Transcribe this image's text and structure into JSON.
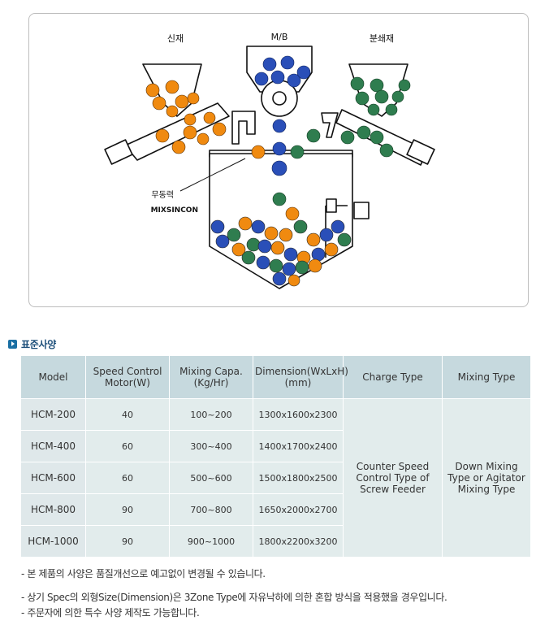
{
  "diagram": {
    "label_new": "신재",
    "label_mb": "M/B",
    "label_crushed": "분쇄재",
    "label_mixer_kr": "무동력",
    "label_mixer_en": "MIXSINCON",
    "colors": {
      "orange": "#f08a10",
      "blue": "#2a4fb8",
      "green": "#2f7d4f",
      "line": "#111111"
    }
  },
  "section": {
    "title": "표준사양",
    "accent": "#1a6fa3"
  },
  "table": {
    "headers": [
      "Model",
      "Speed Control Motor(W)",
      "Mixing Capa. (Kg/Hr)",
      "Dimension(WxLxH) (mm)",
      "Charge Type",
      "Mixing Type"
    ],
    "rows": [
      {
        "model": "HCM-200",
        "motor": "40",
        "capa": "100~200",
        "dimension": "1300x1600x2300"
      },
      {
        "model": "HCM-400",
        "motor": "60",
        "capa": "300~400",
        "dimension": "1400x1700x2400"
      },
      {
        "model": "HCM-600",
        "motor": "60",
        "capa": "500~600",
        "dimension": "1500x1800x2500"
      },
      {
        "model": "HCM-800",
        "motor": "90",
        "capa": "700~800",
        "dimension": "1650x2000x2700"
      },
      {
        "model": "HCM-1000",
        "motor": "90",
        "capa": "900~1000",
        "dimension": "1800x2200x3200"
      }
    ],
    "charge_type": "Counter Speed Control Type of Screw Feeder",
    "mixing_type": "Down Mixing Type or Agitator Mixing Type"
  },
  "notes": [
    "- 본 제품의 사양은 품질개선으로 예고없이 변경될 수 있습니다.",
    "- 상기 Spec의 외형Size(Dimension)은 3Zone Type에 자유낙하에 의한 혼합 방식을 적용했을 경우입니다.",
    "- 주문자에 의한 특수 사양 제작도 가능합니다."
  ]
}
